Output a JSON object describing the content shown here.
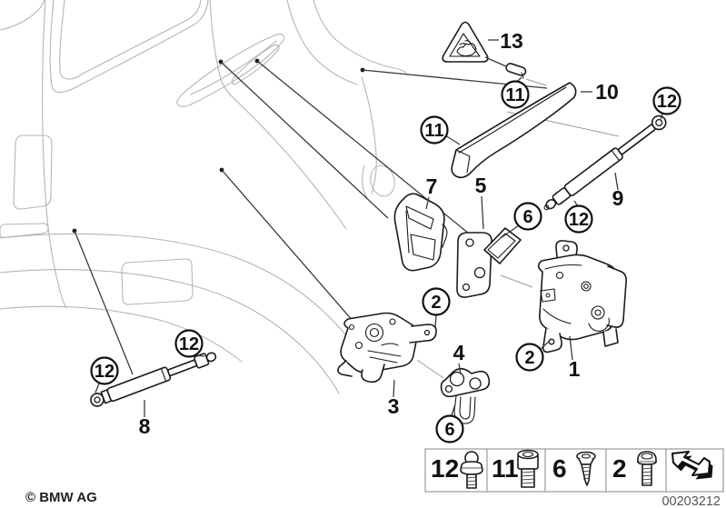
{
  "diagram": {
    "copyright": "© BMW AG",
    "document_number": "00203212",
    "line_color": "#1a1a1a",
    "body_outline_color": "#b5b5b5"
  },
  "callouts": {
    "n1": "1",
    "n2": "2",
    "n3": "3",
    "n4": "4",
    "n5": "5",
    "n6": "6",
    "n7": "7",
    "n8": "8",
    "n9": "9",
    "n10": "10",
    "n11": "11",
    "n12": "12",
    "n13": "13"
  },
  "legend": {
    "items": [
      {
        "number": "12",
        "icon": "ball-pin-icon"
      },
      {
        "number": "11",
        "icon": "socket-head-screw-icon"
      },
      {
        "number": "6",
        "icon": "tapping-screw-icon"
      },
      {
        "number": "2",
        "icon": "torx-screw-icon"
      }
    ],
    "arrow_icon": "continuation-arrow-icon"
  }
}
